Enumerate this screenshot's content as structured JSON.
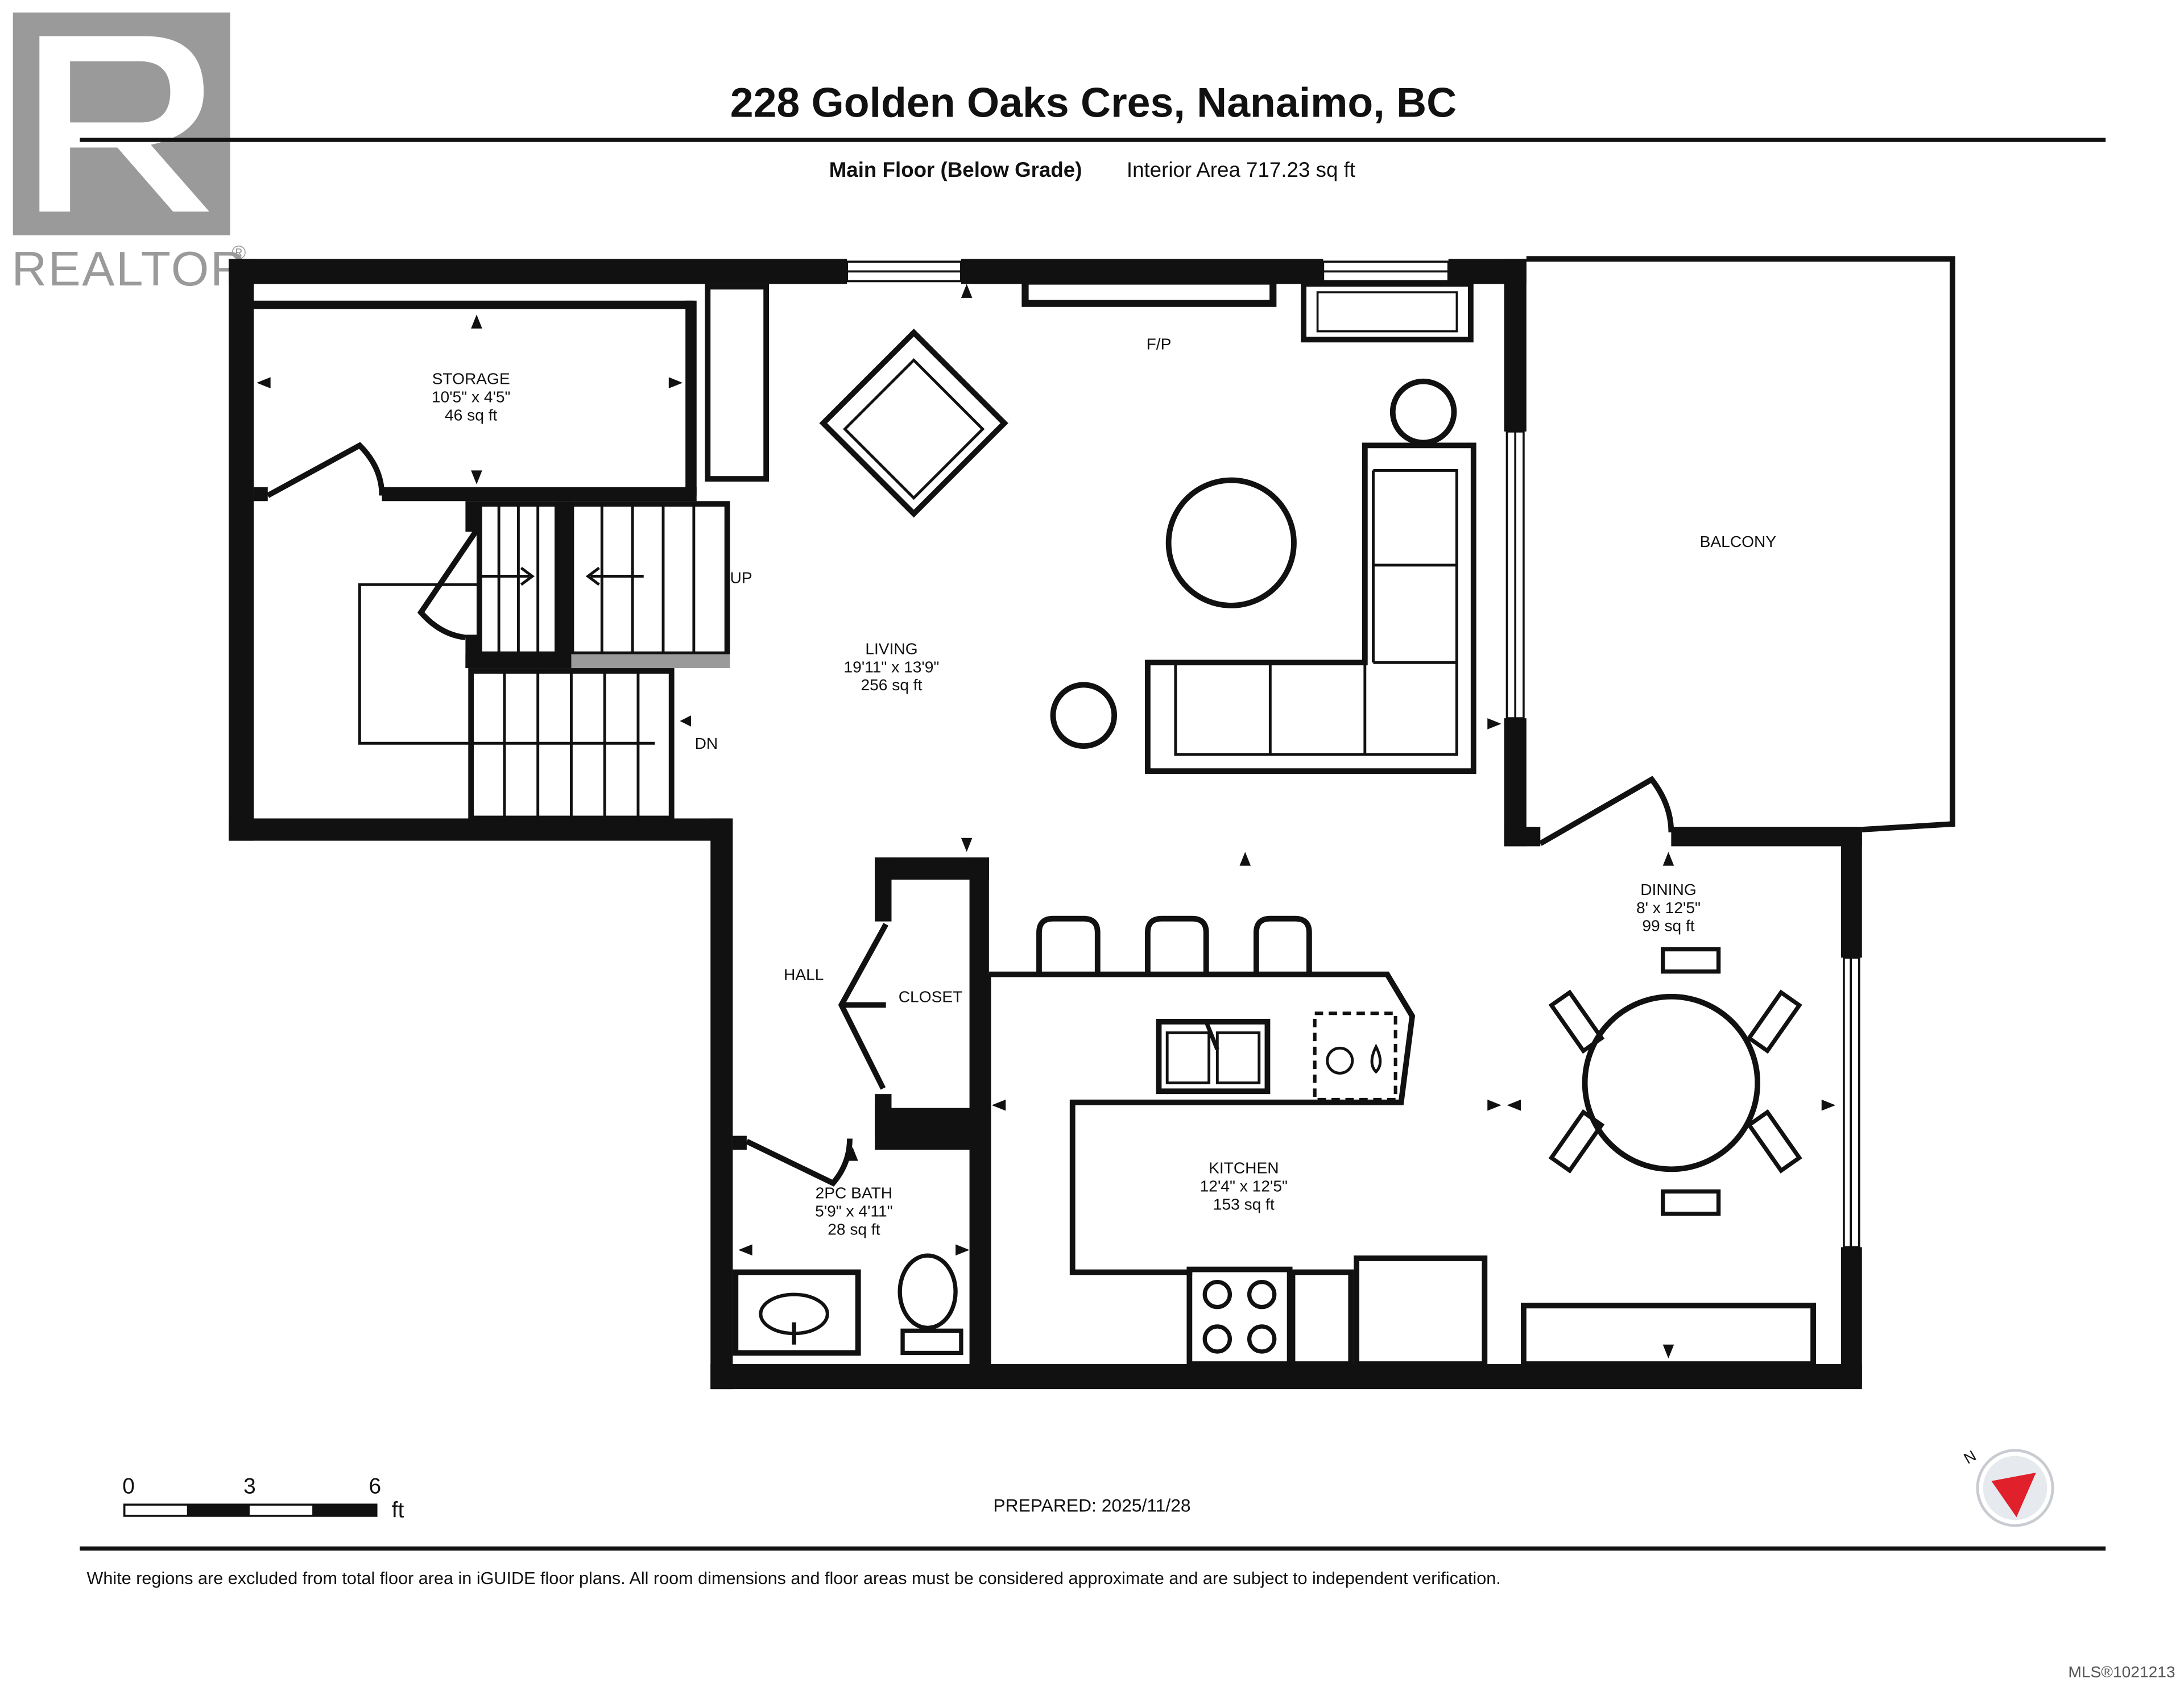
{
  "header": {
    "address": "228 Golden Oaks Cres, Nanaimo, BC",
    "floor_name": "Main Floor (Below Grade)",
    "interior_area": "Interior Area 717.23 sq ft"
  },
  "brand": {
    "name": "REALTOR",
    "registered": "®",
    "color": "#9a9a9a"
  },
  "rooms": {
    "storage": {
      "name": "STORAGE",
      "dims": "10'5\" x 4'5\"",
      "area": "46 sq ft"
    },
    "living": {
      "name": "LIVING",
      "dims": "19'11\" x 13'9\"",
      "area": "256 sq ft"
    },
    "balcony": {
      "name": "BALCONY"
    },
    "dining": {
      "name": "DINING",
      "dims": "8' x 12'5\"",
      "area": "99 sq ft"
    },
    "kitchen": {
      "name": "KITCHEN",
      "dims": "12'4\" x 12'5\"",
      "area": "153 sq ft"
    },
    "bath": {
      "name": "2PC BATH",
      "dims": "5'9\" x 4'11\"",
      "area": "28 sq ft"
    },
    "hall": {
      "name": "HALL"
    },
    "closet": {
      "name": "CLOSET"
    }
  },
  "labels": {
    "fireplace": "F/P",
    "stairs_up": "UP",
    "stairs_down": "DN"
  },
  "scale_bar": {
    "ticks": [
      "0",
      "3",
      "6"
    ],
    "unit": "ft"
  },
  "prepared": "PREPARED: 2025/11/28",
  "compass": {
    "north": "N",
    "accent": "#e0202a"
  },
  "disclaimer": "White regions are excluded from total floor area in iGUIDE floor plans. All room dimensions and floor areas must be considered approximate and are subject to independent verification.",
  "mls": "MLS®1021213"
}
